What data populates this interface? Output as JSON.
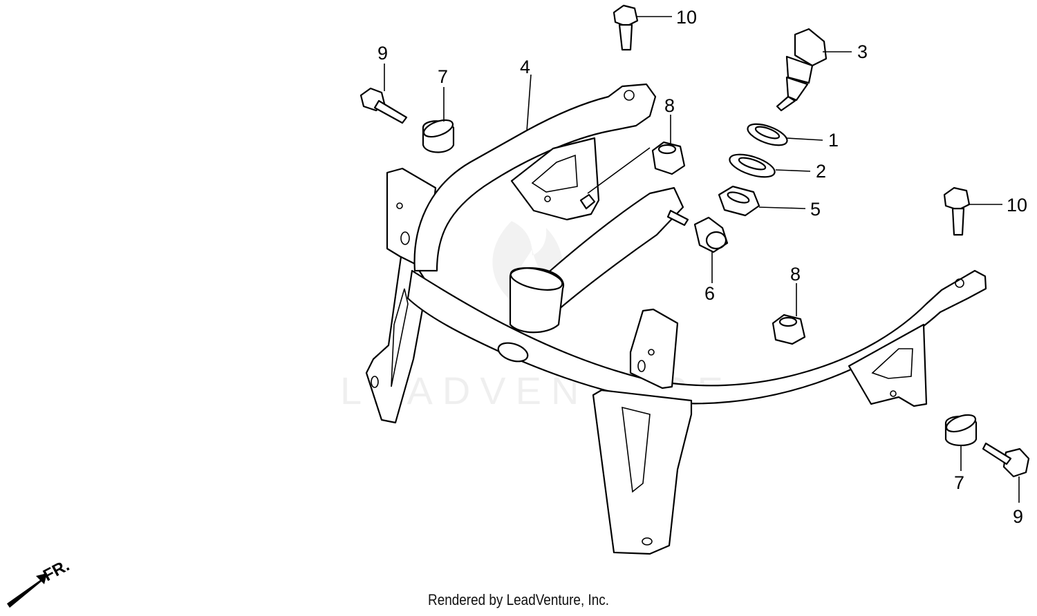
{
  "footer": "Rendered by LeadVenture, Inc.",
  "watermark": "LEADVENTURE",
  "direction_label": "FR.",
  "callouts": {
    "c1": "1",
    "c2": "2",
    "c3": "3",
    "c4": "4",
    "c5": "5",
    "c6": "6",
    "c7a": "7",
    "c7b": "7",
    "c8a": "8",
    "c8b": "8",
    "c9a": "9",
    "c9b": "9",
    "c10a": "10",
    "c10b": "10"
  }
}
